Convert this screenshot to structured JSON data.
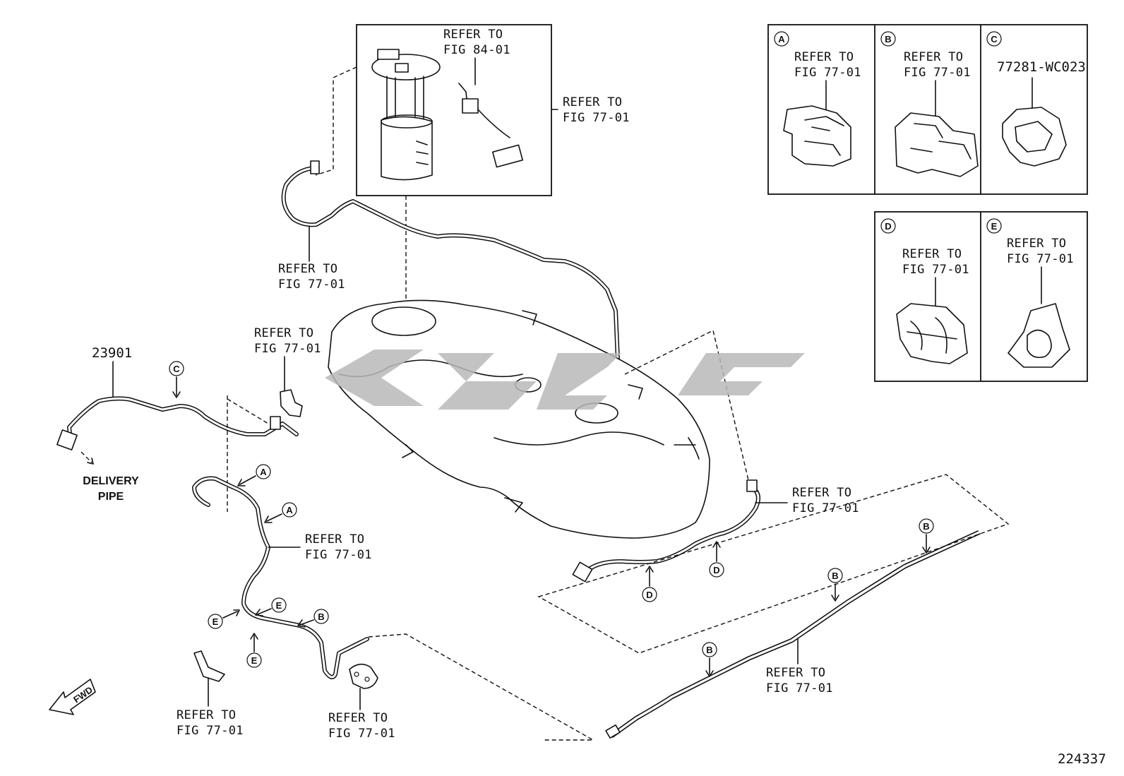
{
  "diagram_id": "224337",
  "part_numbers": {
    "fuel_tube": "23901",
    "clamp_c": "77281-WC023"
  },
  "labels": {
    "refer_to": "REFER TO",
    "fig_84_01": "FIG 84-01",
    "fig_77_01": "FIG 77-01",
    "delivery": "DELIVERY",
    "pipe": "PIPE",
    "fwd": "FWD"
  },
  "callouts": {
    "a": "A",
    "b": "B",
    "c": "C",
    "d": "D",
    "e": "E"
  }
}
